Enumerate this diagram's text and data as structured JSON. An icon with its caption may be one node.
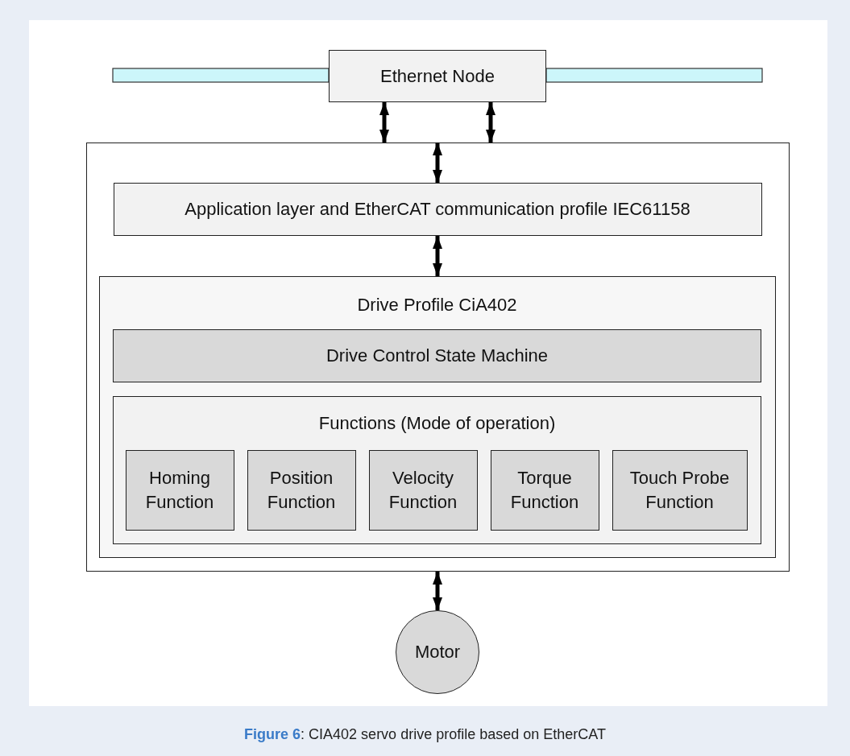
{
  "diagram": {
    "caption": "**Figure 6**: CIA402 servo drive profile based on EtherCAT",
    "nodes": [
      {
        "text": [
          "Ethernet Node"
        ]
      },
      {
        "text": [],
        "shape": "box"
      },
      {
        "text": [
          "Application layer and EtherCAT communication profile IEC61158"
        ],
        "in": 1
      },
      {
        "text": [
          "Drive Profile CiA402"
        ],
        "in": 1
      },
      {
        "text": [
          "Drive Control State Machine"
        ],
        "in": 3
      },
      {
        "text": [
          "Functions (Mode of operation)"
        ],
        "in": 3
      },
      {
        "text": [
          "Homing Function"
        ],
        "in": 5
      },
      {
        "text": [
          "Position Function"
        ],
        "in": 5
      },
      {
        "text": [
          "Velocity Function"
        ],
        "in": 5
      },
      {
        "text": [
          "Torque Function"
        ],
        "in": 5
      },
      {
        "text": [
          "Touch Probe Function"
        ],
        "in": 5
      },
      {
        "text": [
          "Motor"
        ]
      }
    ],
    "edges": [
      {
        "from": 0,
        "to": 1,
        "arrow": "both"
      },
      {
        "from": 0,
        "to": 1,
        "arrow": "both"
      },
      {
        "from": 1,
        "to": 2,
        "arrow": "both"
      },
      {
        "from": 2,
        "to": 3,
        "arrow": "both"
      },
      {
        "from": 1,
        "to": 11,
        "arrow": "both"
      }
    ]
  }
}
